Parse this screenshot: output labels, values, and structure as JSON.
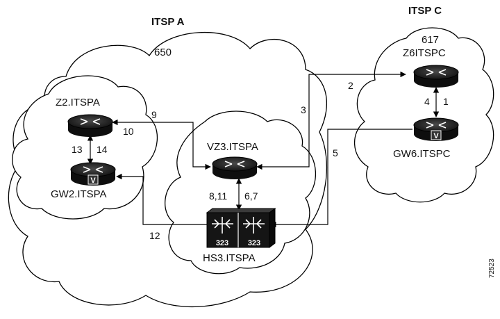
{
  "clouds": {
    "itsp_a": {
      "title": "ITSP A",
      "zone_number": "650"
    },
    "itsp_c": {
      "title": "ITSP C",
      "zone_number": "617"
    }
  },
  "devices": {
    "z2": "Z2.ITSPA",
    "gw2": "GW2.ITSPA",
    "vz3": "VZ3.ITSPA",
    "hs3": "HS3.ITSPA",
    "z6": "Z6ITSPC",
    "gw6": "GW6.ITSPC"
  },
  "hs3_ports": [
    "323",
    "323"
  ],
  "gateway_badge": "V",
  "steps": {
    "s1": "1",
    "s2": "2",
    "s3": "3",
    "s4": "4",
    "s5": "5",
    "s9": "9",
    "s10": "10",
    "s12": "12",
    "s13": "13",
    "s14": "14",
    "s8_11": "8,11",
    "s6_7": "6,7"
  },
  "figure_id": "72523"
}
